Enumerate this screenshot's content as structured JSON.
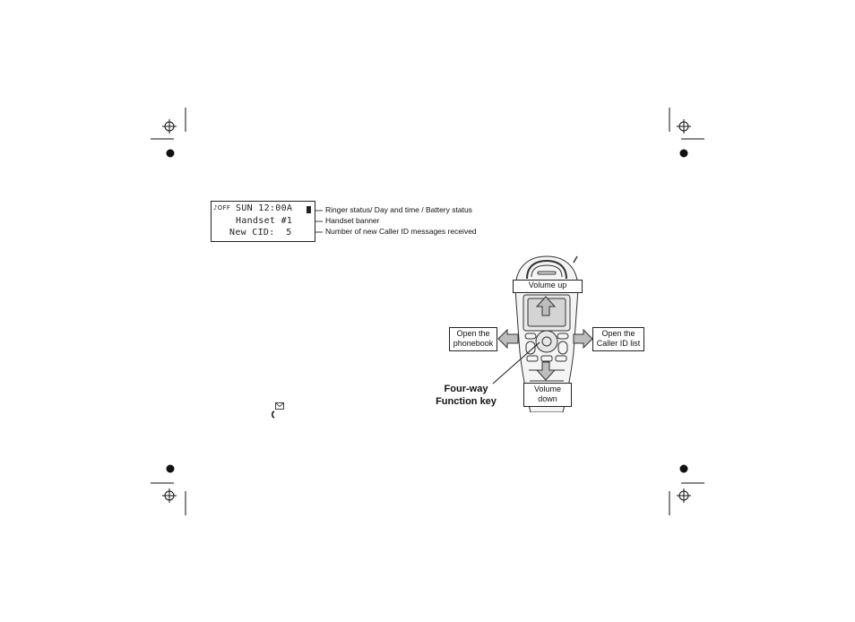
{
  "lcd": {
    "ringer": "♪OFF",
    "line1": "SUN 12:00A",
    "line2": "Handset #1",
    "line3": "New CID:  5"
  },
  "callouts": {
    "status": "Ringer status/ Day and time / Battery status",
    "banner": "Handset banner",
    "new_cid": "Number of new Caller ID   messages received"
  },
  "diagram": {
    "volume_up": "Volume up",
    "volume_down": [
      "Volume",
      "down"
    ],
    "open_phonebook": [
      "Open the",
      "phonebook"
    ],
    "open_callerid": [
      "Open the",
      "Caller ID list"
    ],
    "four_way": [
      "Four-way",
      "Function key"
    ]
  }
}
